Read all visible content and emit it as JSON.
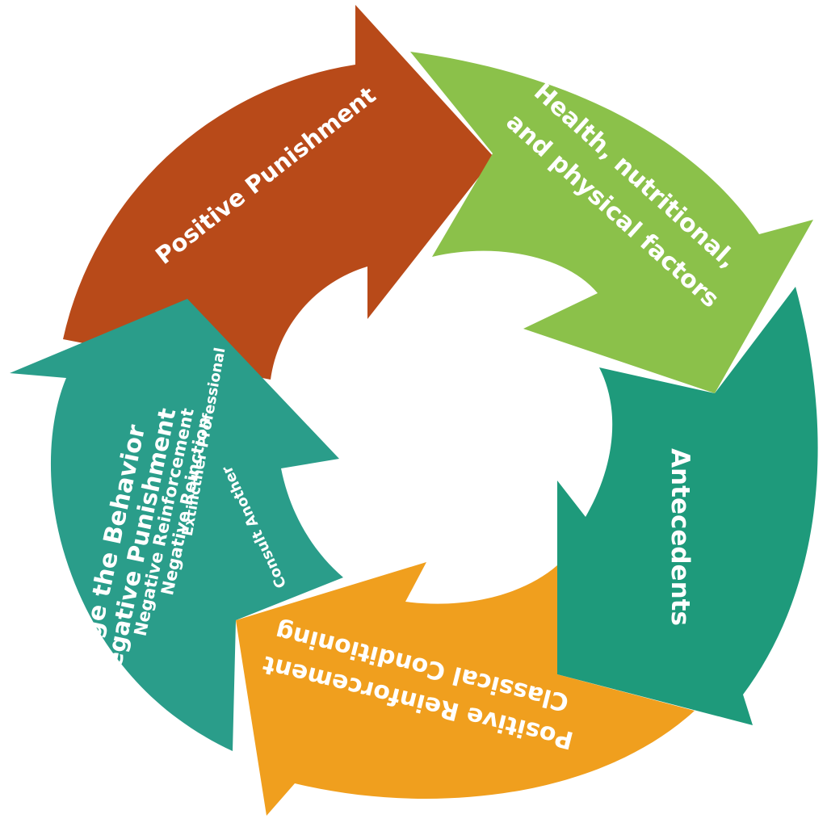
{
  "colors": {
    "background": "#ffffff",
    "positive_punishment": "#b84a19",
    "health": "#8bc14a",
    "antecedents": "#1e9a7b",
    "positive_reinforcement": "#f09f1e",
    "manage_behavior": "#2a9d8a",
    "label_text": "#ffffff"
  },
  "segments": {
    "positive_punishment": {
      "label": "Positive Punishment"
    },
    "health": {
      "line1": "Health, nutritional,",
      "line2": "and physical factors"
    },
    "antecedents": {
      "label": "Antecedents"
    },
    "positive_reinforcement": {
      "line1": "Positive Reinforcement",
      "line2": "Classical Conditioning"
    },
    "manage_behavior": {
      "line1": "Manage the Behavior",
      "line2": "Negative Punishment",
      "line3": "Negative Reinforcement",
      "line4": "Negative Reinction",
      "line5": "Extincther Professional",
      "line6": "Consult Another"
    }
  }
}
